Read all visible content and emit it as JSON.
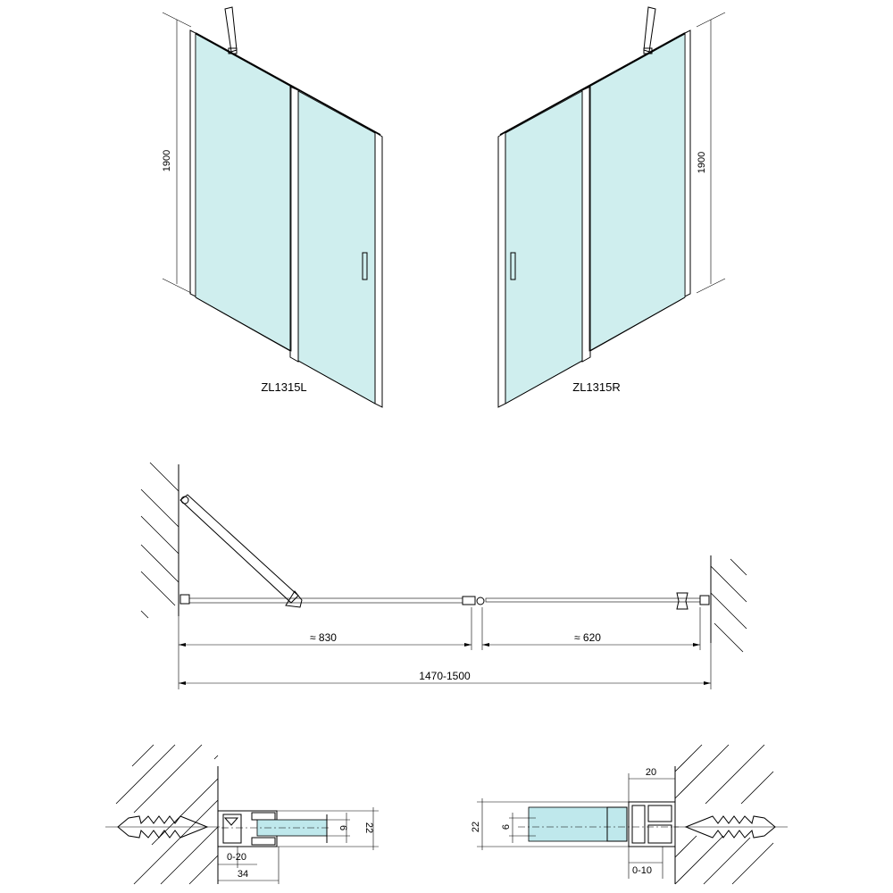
{
  "views": {
    "left_model": "ZL1315L",
    "right_model": "ZL1315R",
    "height_left": "1900",
    "height_right": "1900"
  },
  "plan": {
    "dim_door": "≈ 830",
    "dim_fixed": "≈ 620",
    "dim_total": "1470-1500"
  },
  "details": {
    "left": {
      "adjust": "0-20",
      "width": "34",
      "glass": "6",
      "profile": "22"
    },
    "right": {
      "top": "20",
      "profile": "22",
      "glass": "6",
      "adjust": "0-10"
    }
  },
  "colors": {
    "glass": "#cfeeee",
    "line": "#000000"
  }
}
